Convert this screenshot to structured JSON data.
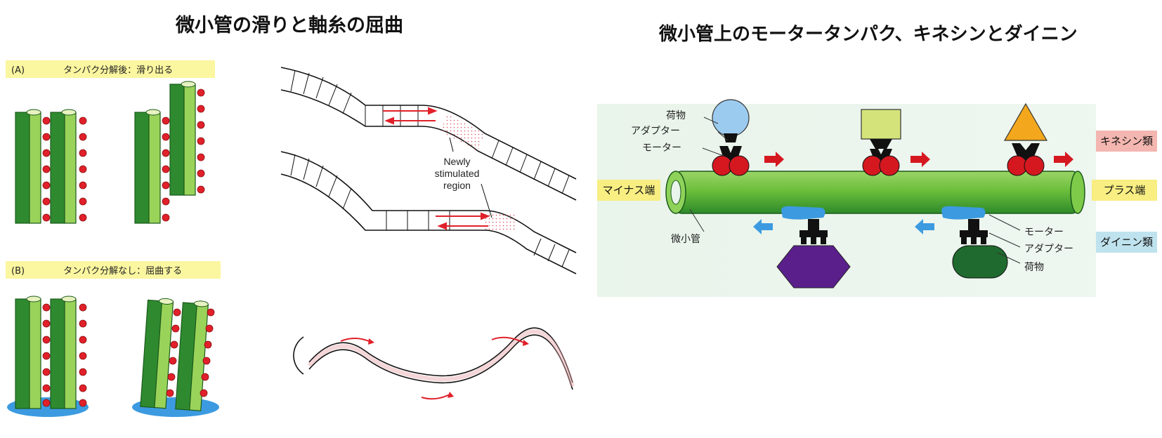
{
  "left": {
    "title": "微小管の滑りと軸糸の屈曲",
    "panel_a": {
      "tag": "(A)",
      "text": "タンパク分解後：滑り出る"
    },
    "panel_b": {
      "tag": "(B)",
      "text": "タンパク分解なし：屈曲する"
    },
    "newly_label": [
      "Newly",
      "stimulated",
      "region"
    ]
  },
  "right": {
    "title": "微小管上のモータータンパク、キネシンとダイニン",
    "kinesin_tag": "キネシン類",
    "dynein_tag": "ダイニン類",
    "plus_end": "プラス端",
    "minus_end": "マイナス端",
    "top_labels": {
      "cargo": "荷物",
      "adapter": "アダプター",
      "motor": "モーター"
    },
    "bottom_labels": {
      "motor": "モーター",
      "adapter": "アダプター",
      "cargo": "荷物"
    },
    "microtubule": "微小管"
  },
  "colors": {
    "tubule_dark": "#2f8a2f",
    "tubule_light": "#9ad35a",
    "red_link": "#e0202a",
    "dynein_blue": "#3c9be0",
    "kinesin_red": "#d51820",
    "label_yellow": "#fbf6a0",
    "cargo_blue": "#9ccbf0",
    "cargo_lime": "#d4e47a",
    "cargo_orange": "#f2a71c",
    "cargo_purple": "#5b1f8c",
    "cargo_green": "#1f6a2e"
  }
}
